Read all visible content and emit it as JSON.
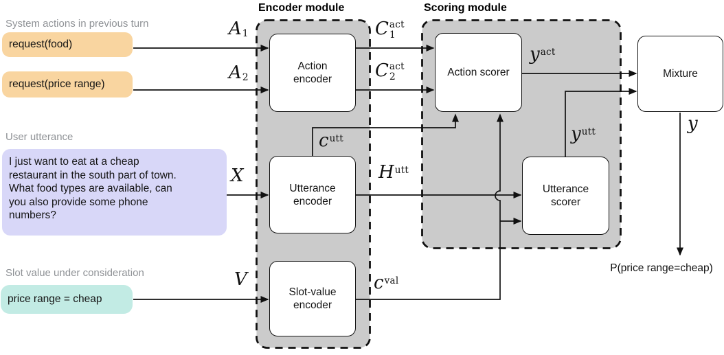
{
  "colors": {
    "action_box": "#f9d5a0",
    "utterance_box": "#d8d7f8",
    "slot_box": "#c2ebe4",
    "module_bg": "#cbcbcb",
    "section_label": "#8f9296"
  },
  "sections": {
    "system_actions": {
      "label": "System actions in previous turn",
      "items": [
        {
          "text": "request(food)"
        },
        {
          "text": "request(price range)"
        }
      ]
    },
    "user_utterance": {
      "label": "User utterance",
      "text": "I just want to eat at a cheap\nrestaurant in the south part of town.\nWhat food types are available, can\nyou also provide some phone\nnumbers?"
    },
    "slot_value": {
      "label": "Slot value under consideration",
      "text": "price range = cheap"
    }
  },
  "encoder_module": {
    "title": "Encoder module",
    "action_encoder": "Action encoder",
    "utterance_encoder": "Utterance encoder",
    "slot_value_encoder": "Slot-value encoder"
  },
  "scoring_module": {
    "title": "Scoring module",
    "action_scorer": "Action scorer",
    "utterance_scorer": "Utterance scorer"
  },
  "mixture": {
    "label": "Mixture"
  },
  "output_label": "P(price range=cheap)",
  "math": {
    "a1": {
      "base": "A",
      "sub": "1"
    },
    "a2": {
      "base": "A",
      "sub": "2"
    },
    "c1_act": {
      "base": "C",
      "sup": "act",
      "sub": "1"
    },
    "c2_act": {
      "base": "C",
      "sup": "act",
      "sub": "2"
    },
    "x": {
      "base": "X"
    },
    "v": {
      "base": "V"
    },
    "c_utt": {
      "base": "c",
      "sup": "utt"
    },
    "h_utt": {
      "base": "H",
      "sup": "utt"
    },
    "c_val": {
      "base": "c",
      "sup": "val"
    },
    "y_act": {
      "base": "y",
      "sup": "act"
    },
    "y_utt": {
      "base": "y",
      "sup": "utt"
    },
    "y": {
      "base": "y"
    }
  }
}
